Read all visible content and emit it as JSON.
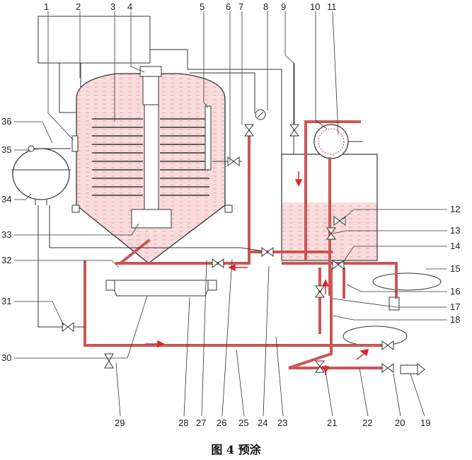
{
  "figure": {
    "caption": "图 4  预涂"
  },
  "diagram": {
    "label_color": "#222222",
    "line_color": "#333333",
    "pipe_fill_color": "#f4c8c8",
    "liquid_color": "#f9dcdc",
    "flow_arrow_color": "#e0262a",
    "top_labels": [
      "1",
      "2",
      "3",
      "4",
      "5",
      "6",
      "7",
      "8",
      "9",
      "10",
      "11"
    ],
    "right_labels": [
      "12",
      "13",
      "14",
      "15",
      "16",
      "17",
      "18"
    ],
    "bottom_labels": [
      "29",
      "28",
      "27",
      "26",
      "25",
      "24",
      "23",
      "21",
      "22",
      "20",
      "19"
    ],
    "left_labels": [
      "36",
      "35",
      "34",
      "33",
      "32",
      "31",
      "30"
    ]
  }
}
